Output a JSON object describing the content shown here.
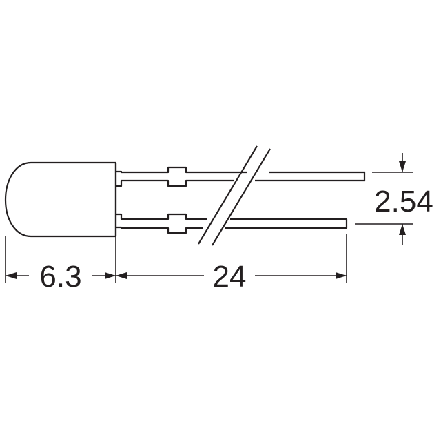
{
  "diagram": {
    "dimensions": {
      "body_length": "6.3",
      "lead_length": "24",
      "lead_spacing": "2.54"
    },
    "colors": {
      "line": "#231f20",
      "background": "#ffffff"
    }
  }
}
